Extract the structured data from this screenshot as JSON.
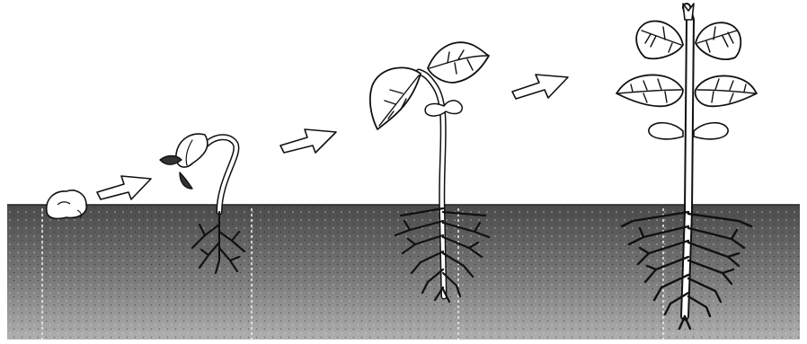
{
  "diagram": {
    "stages": [
      {
        "name": "seed"
      },
      {
        "name": "hook-sprout"
      },
      {
        "name": "seedling"
      },
      {
        "name": "young-plant"
      }
    ],
    "arrows": 3,
    "colors": {
      "soil_top": "#4a4a4a",
      "soil_bottom": "#b0b0b0",
      "ink": "#111111",
      "paper": "#ffffff",
      "marker": "#e8e8e8"
    }
  }
}
